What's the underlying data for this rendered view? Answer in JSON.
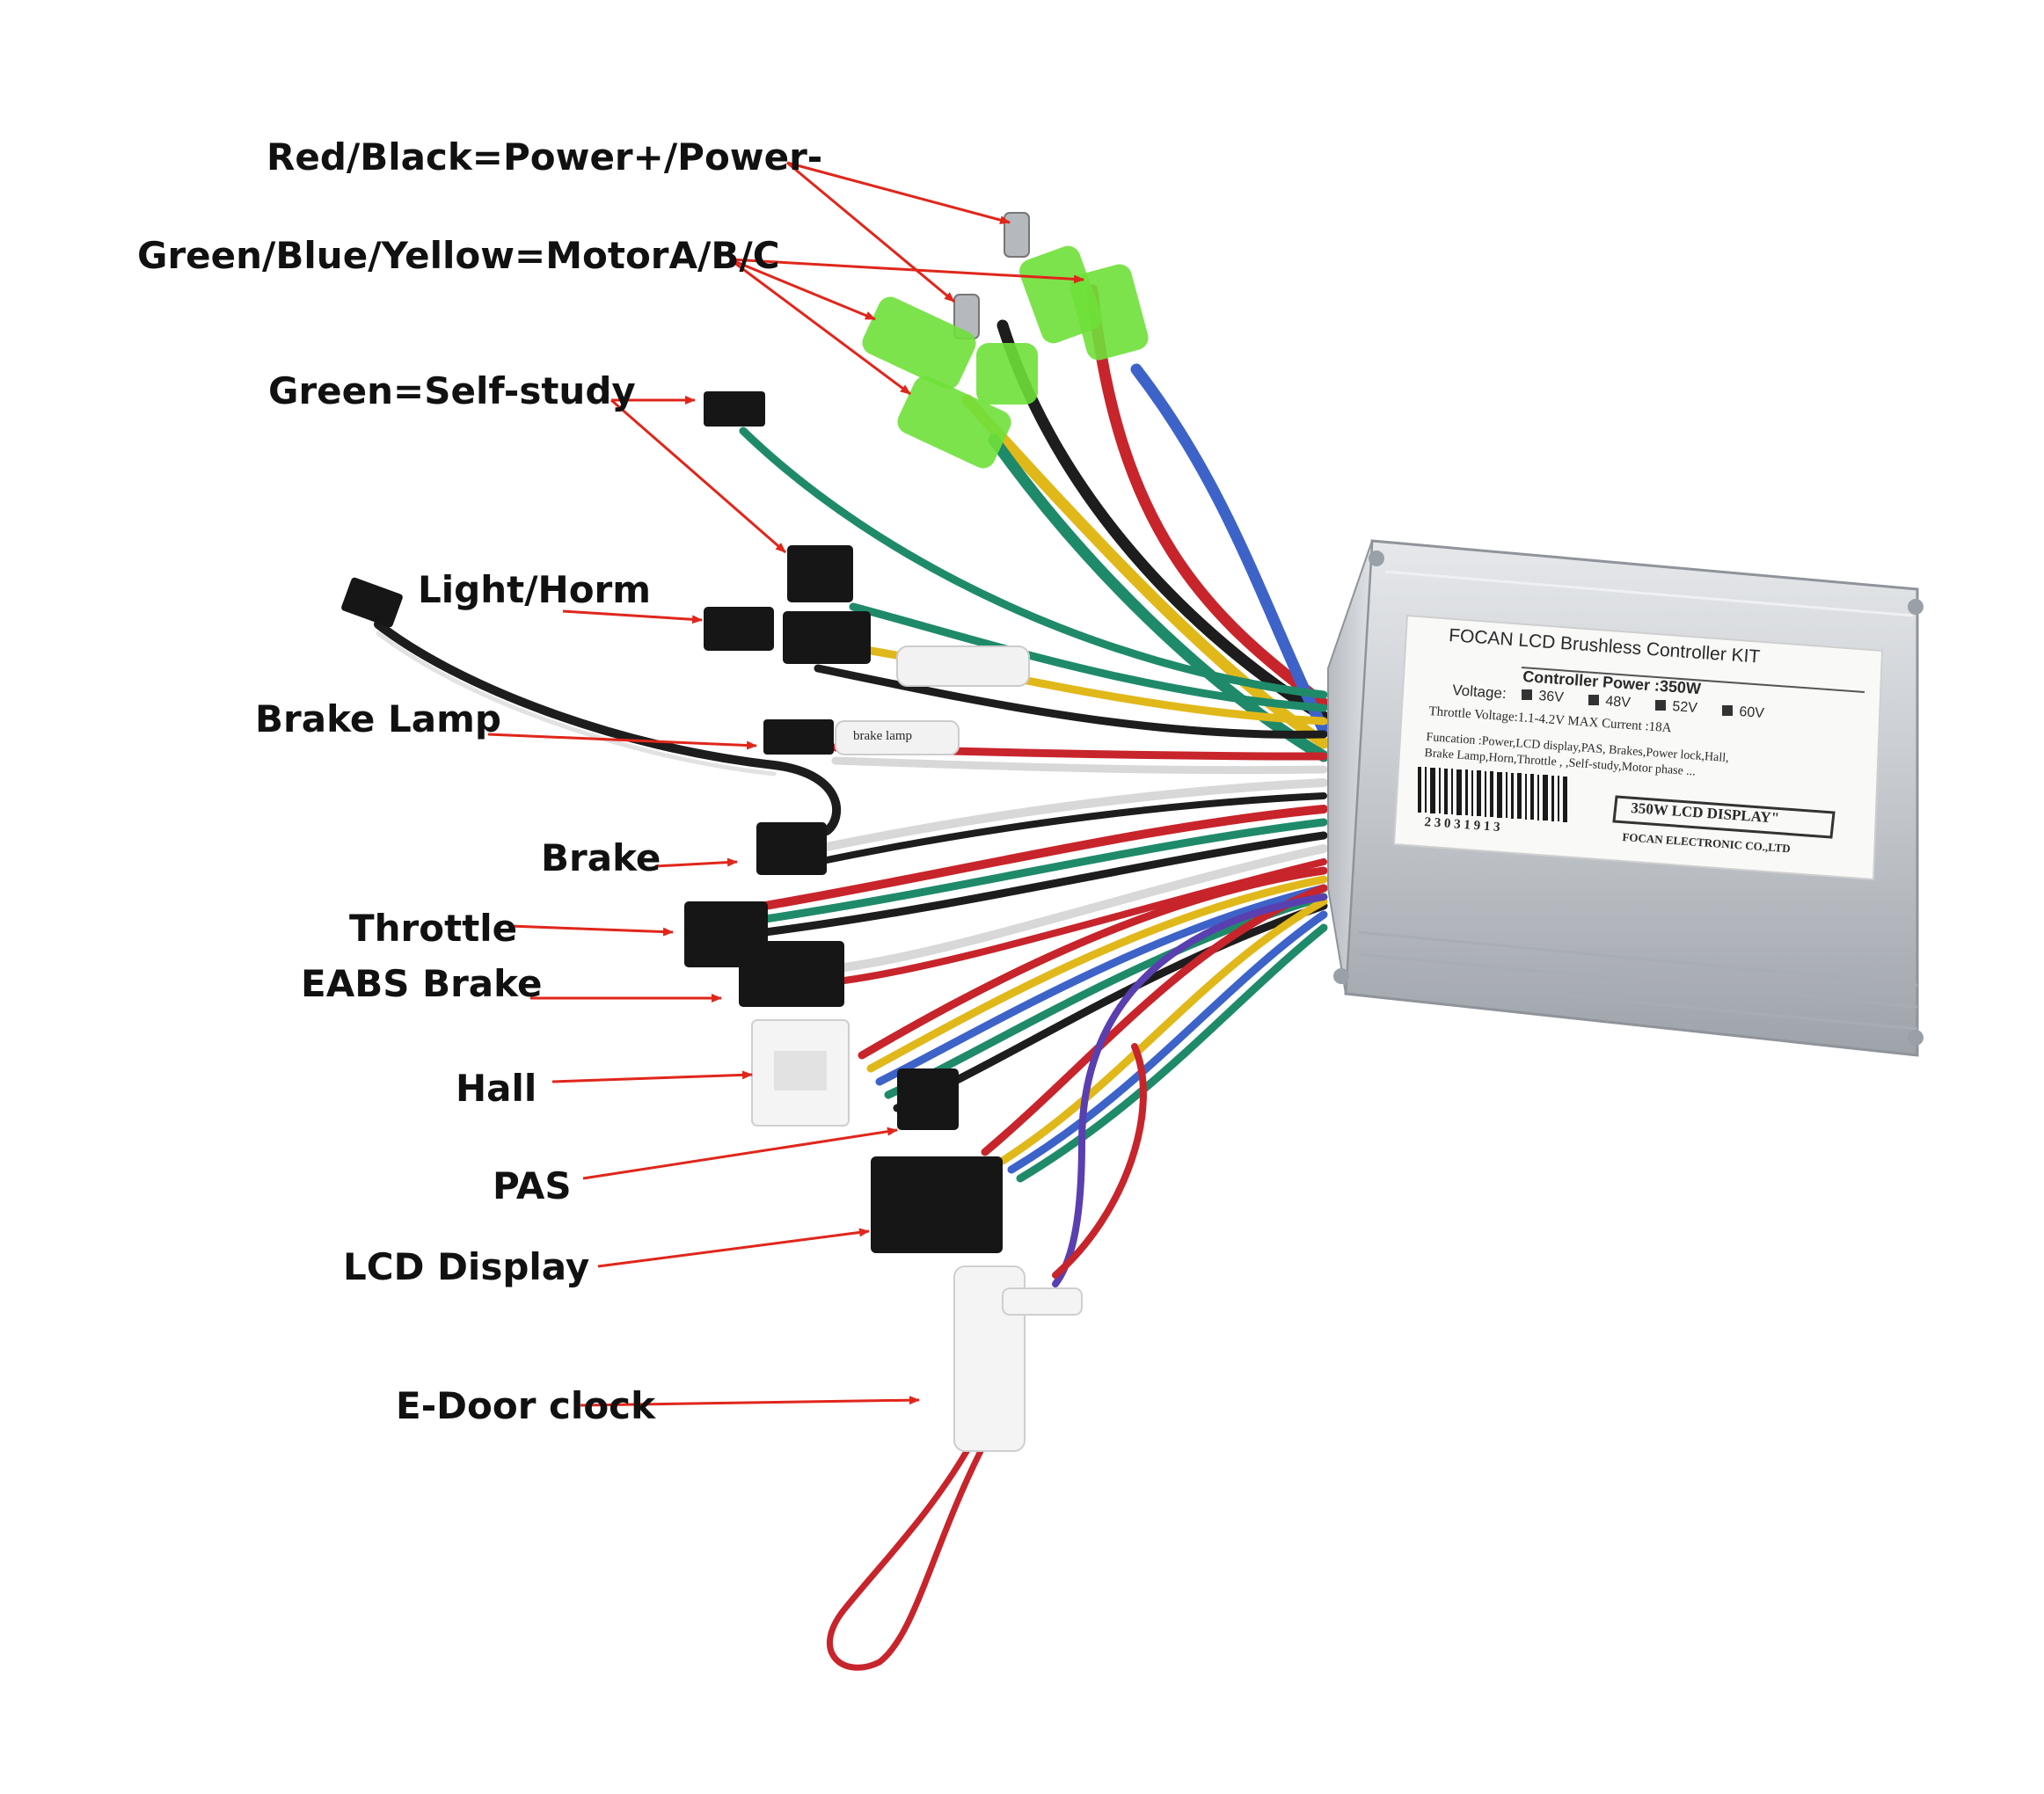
{
  "callouts": {
    "power": "Red/Black=Power+/Power-",
    "motor": "Green/Blue/Yellow=MotorA/B/C",
    "self_study": "Green=Self-study",
    "light_horn": "Light/Horm",
    "brake_lamp": "Brake Lamp",
    "brake": "Brake",
    "throttle": "Throttle",
    "eabs_brake": "EABS Brake",
    "hall": "Hall",
    "pas": "PAS",
    "lcd_display": "LCD Display",
    "e_door_lock": "E-Door clock"
  },
  "controller_label": {
    "title": "FOCAN LCD Brushless Controller KIT",
    "power": "Controller Power :350W",
    "voltage_label": "Voltage:",
    "voltages": [
      "36V",
      "48V",
      "52V",
      "60V"
    ],
    "throttle_voltage": "Throttle Voltage:1.1-4.2V MAX Current :18A",
    "function_line1": "Funcation :Power,LCD display,PAS, Brakes,Power lock,Hall,",
    "function_line2": "Brake Lamp,Horn,Throttle , ,Self-study,Motor phase ...",
    "barcode_number": "2 3 0 3   1 9 1 3",
    "display_box": "350W LCD DISPLAY\"",
    "company": "FOCAN ELECTRONIC CO.,LTD"
  },
  "sleeve_text": "brake lamp",
  "colors": {
    "arrow": "#e0261b",
    "red_wire": "#c8242b",
    "black_wire": "#1d1d1d",
    "blue_wire": "#3d63c9",
    "yellow_wire": "#e1b81a",
    "green_wire": "#1f8a6a",
    "white_wire": "#d8d8d8",
    "purple_wire": "#5a3fb0",
    "connector_green": "#6fe03a",
    "connector_black": "#161616",
    "connector_white": "#f4f4f4",
    "housing": "#c9ccd0"
  }
}
